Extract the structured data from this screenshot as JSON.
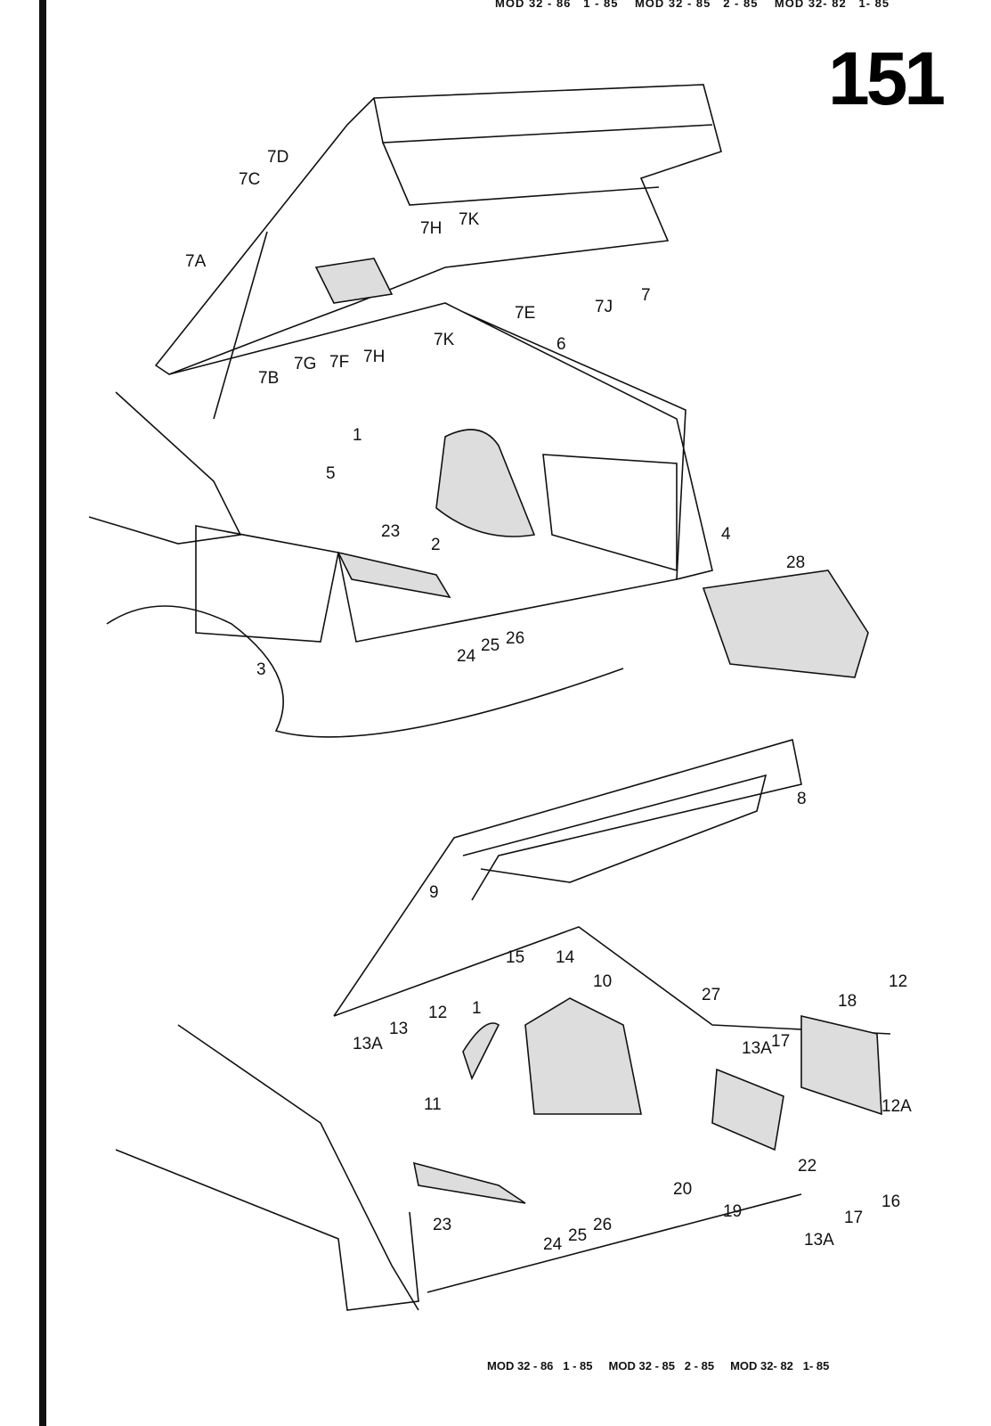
{
  "page": {
    "number": "151",
    "header_text": "MOD 32 - 86   1 - 85    MOD 32 - 85   2 - 85    MOD 32- 82   1- 85",
    "footer_text": "MOD 32 - 86   1 - 85     MOD 32 - 85   2 - 85     MOD 32- 82   1- 85"
  },
  "diagram": {
    "top_labels": [
      "7D",
      "7C",
      "7K",
      "7H",
      "7A",
      "7B",
      "7G",
      "7F",
      "7H",
      "7K",
      "7E",
      "6",
      "7J",
      "7",
      "1",
      "5",
      "23",
      "2",
      "4",
      "28",
      "3",
      "24",
      "25",
      "26"
    ],
    "bottom_labels": [
      "8",
      "9",
      "15",
      "14",
      "10",
      "27",
      "12",
      "18",
      "12",
      "1",
      "13",
      "13A",
      "13A",
      "17",
      "11",
      "12A",
      "22",
      "20",
      "16",
      "17",
      "19",
      "23",
      "24",
      "25",
      "26",
      "13A"
    ]
  }
}
